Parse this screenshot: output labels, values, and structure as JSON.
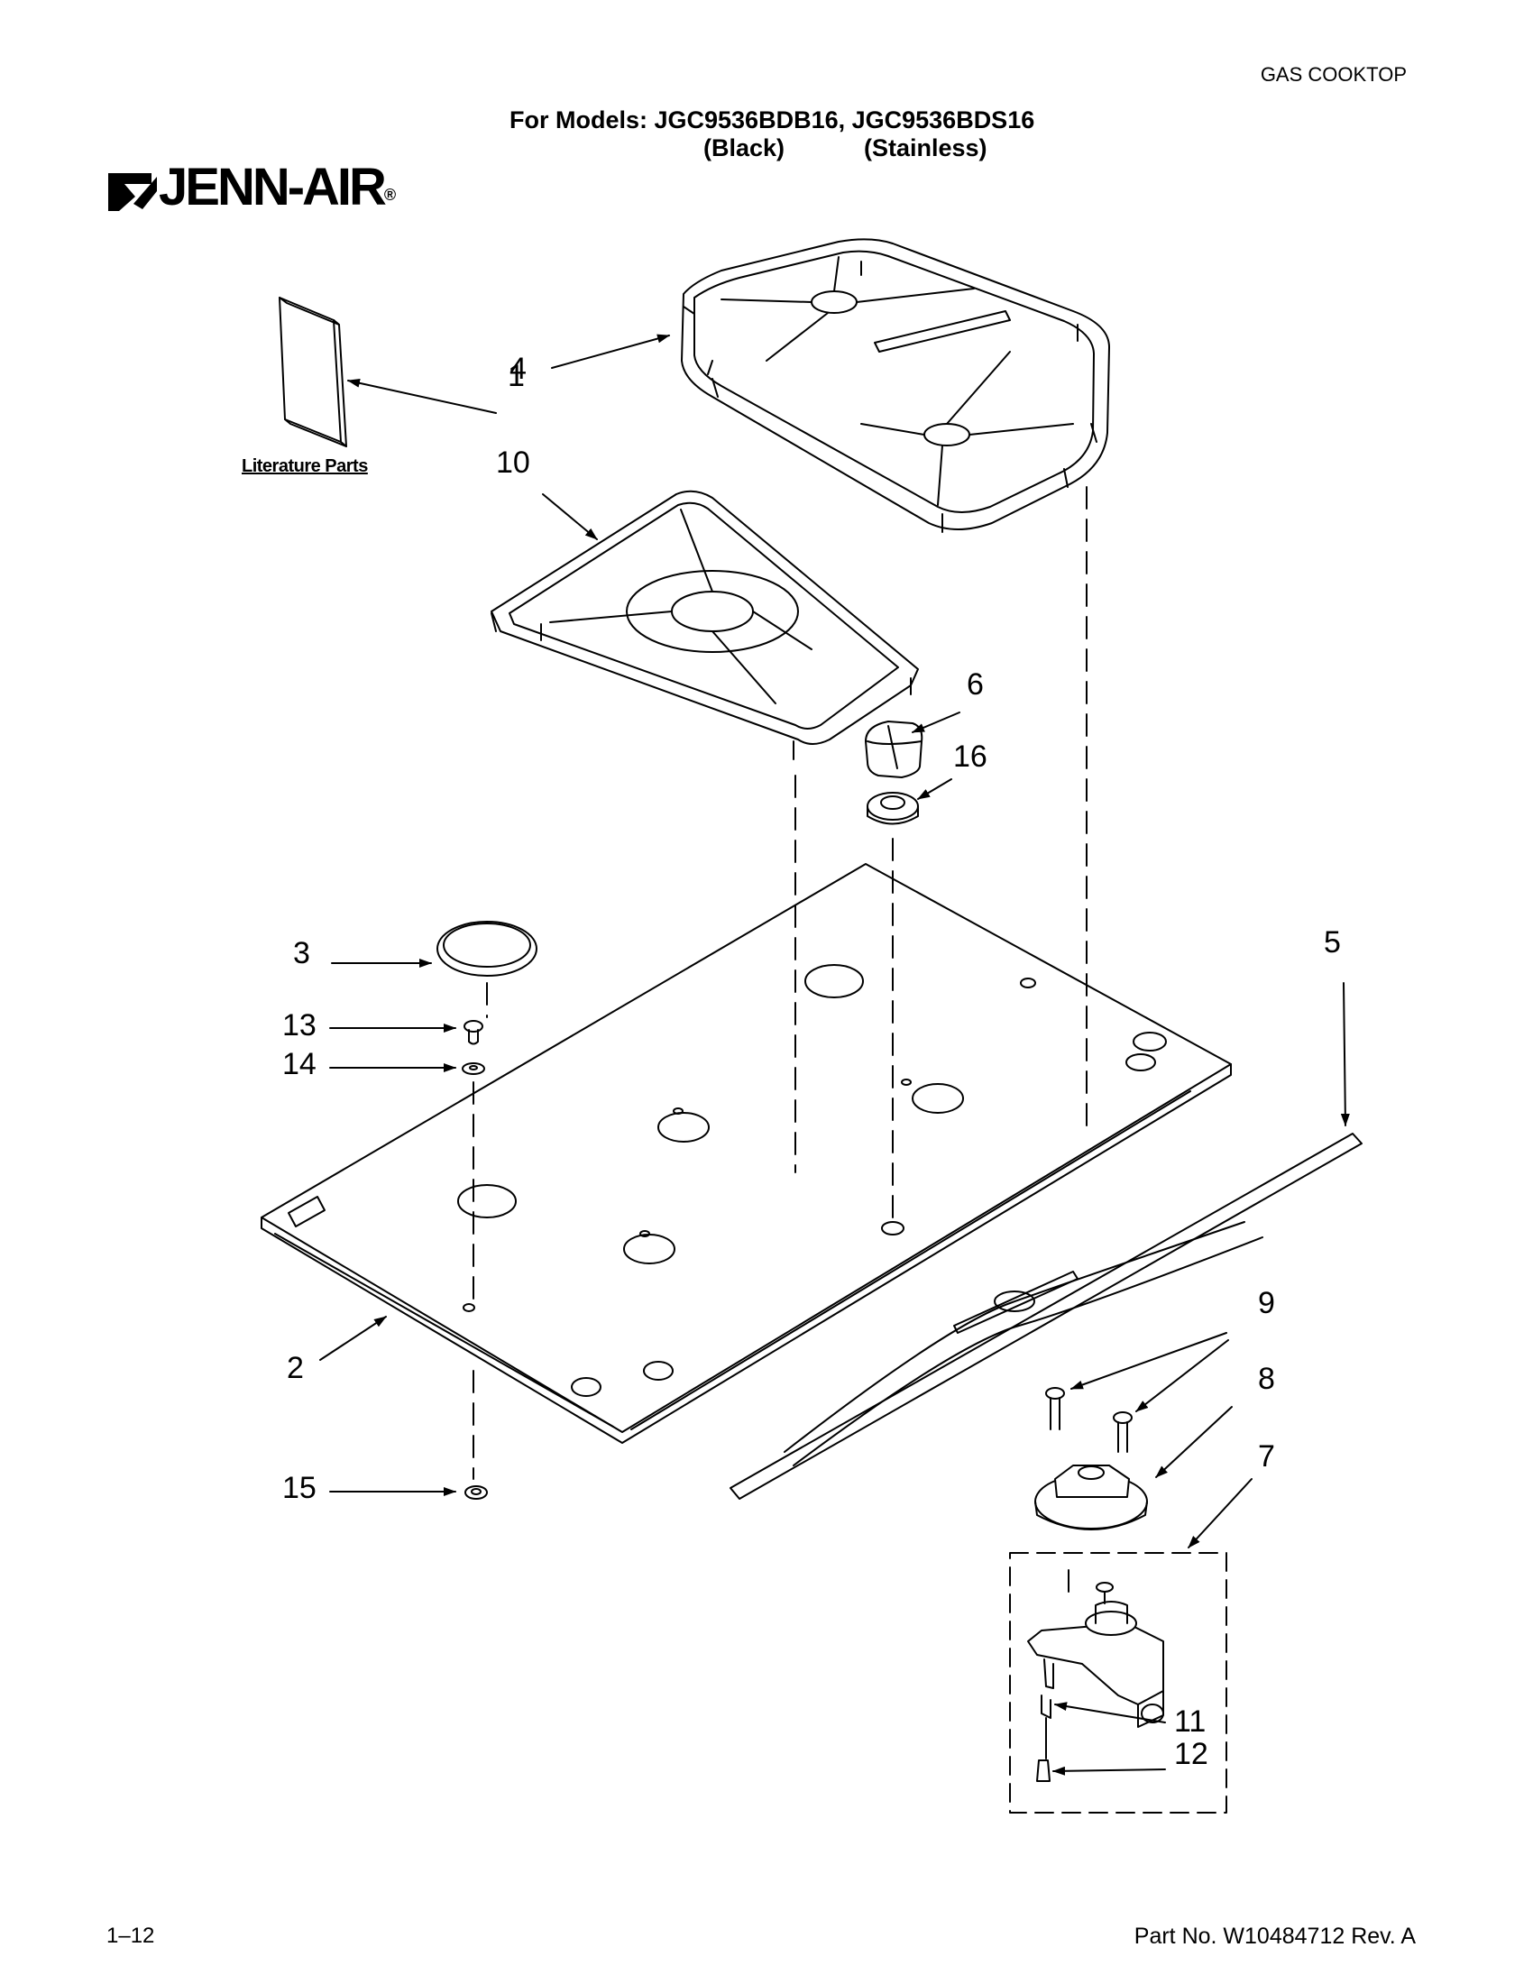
{
  "header": {
    "category": "GAS COOKTOP",
    "models_label": "For Models: JGC9536BDB16, JGC9536BDS16",
    "variant_black": "(Black)",
    "variant_stainless": "(Stainless)"
  },
  "brand": {
    "name": "JENN-AIR",
    "registered": "®"
  },
  "literature_label": "Literature Parts",
  "callouts": [
    "1",
    "2",
    "3",
    "4",
    "5",
    "6",
    "7",
    "8",
    "9",
    "10",
    "11",
    "12",
    "13",
    "14",
    "15",
    "16"
  ],
  "footer": {
    "page": "1–12",
    "part_number": "Part No. W10484712 Rev. A"
  }
}
